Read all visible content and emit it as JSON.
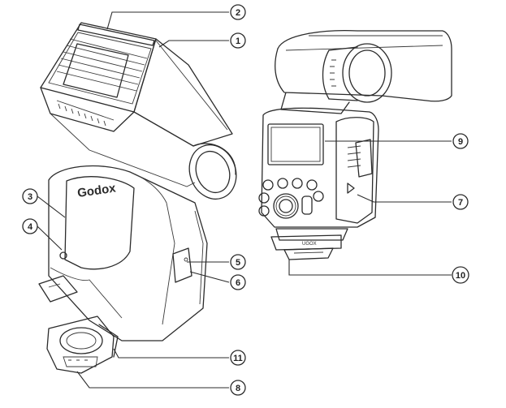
{
  "diagram": {
    "brand_logo": "Godox",
    "rear_model_tag": "UGOX",
    "callouts": [
      {
        "id": "c1",
        "label": "1"
      },
      {
        "id": "c2",
        "label": "2"
      },
      {
        "id": "c3",
        "label": "3"
      },
      {
        "id": "c4",
        "label": "4"
      },
      {
        "id": "c5",
        "label": "5"
      },
      {
        "id": "c6",
        "label": "6"
      },
      {
        "id": "c7",
        "label": "7"
      },
      {
        "id": "c8",
        "label": "8"
      },
      {
        "id": "c9",
        "label": "9"
      },
      {
        "id": "c10",
        "label": "10"
      },
      {
        "id": "c11",
        "label": "11"
      }
    ]
  },
  "colors": {
    "ink": "#2b2b2b",
    "background": "#ffffff"
  }
}
